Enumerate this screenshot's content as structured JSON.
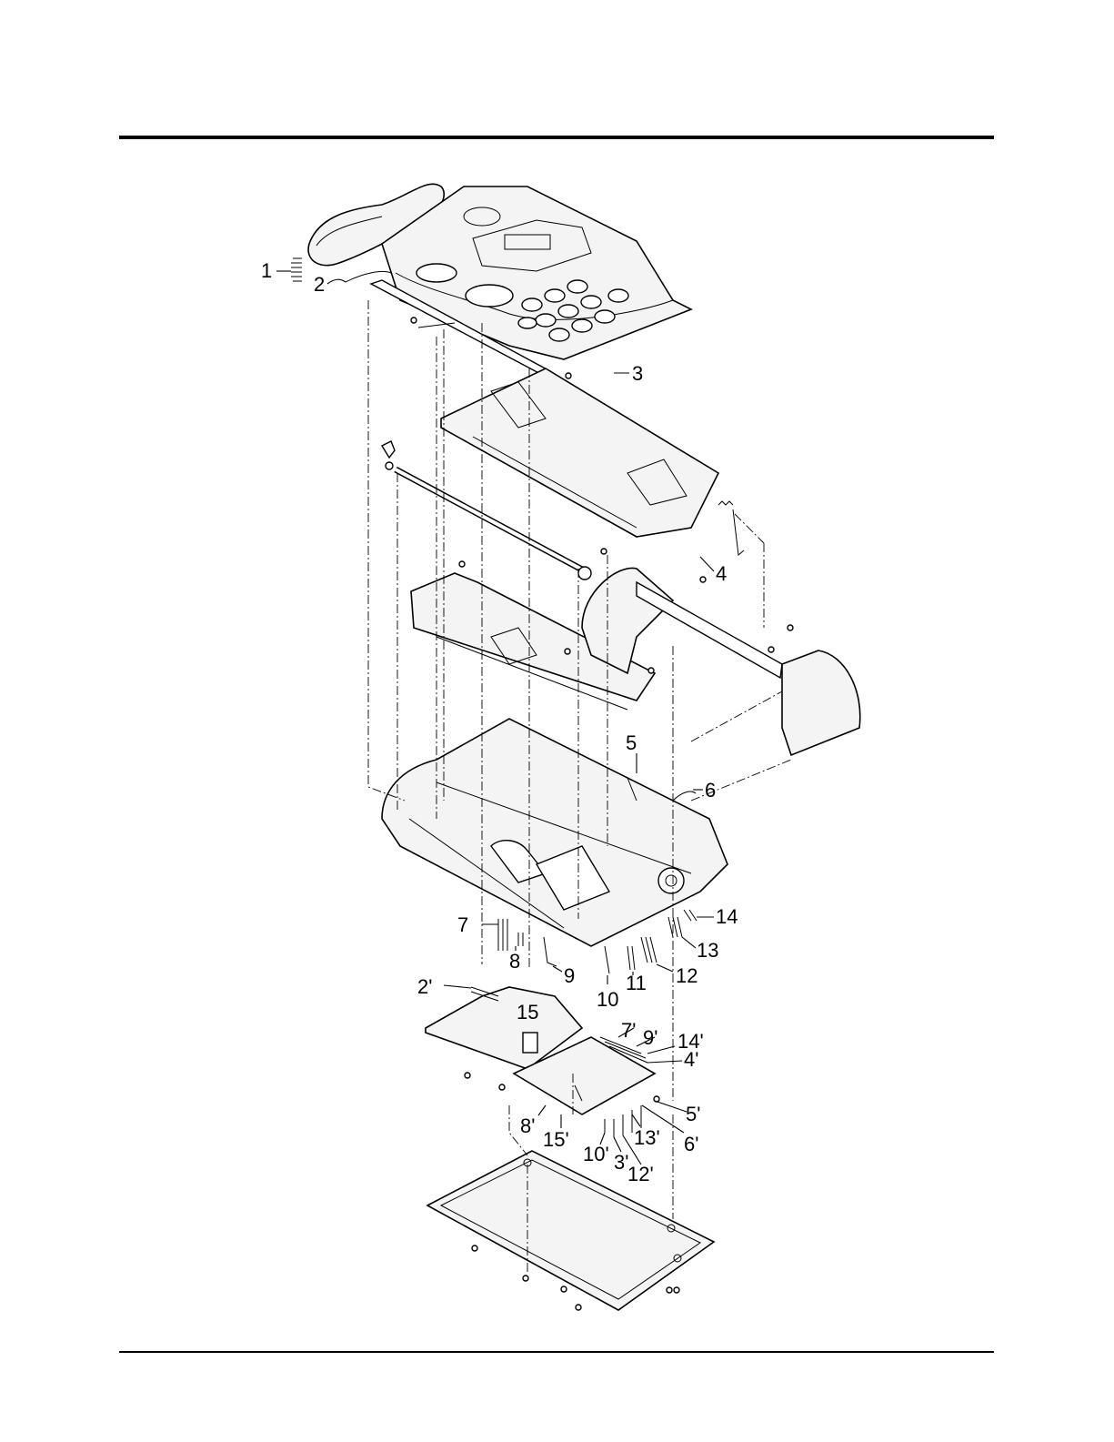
{
  "callouts": [
    {
      "id": "c1",
      "label": "1"
    },
    {
      "id": "c2",
      "label": "2"
    },
    {
      "id": "c3",
      "label": "3"
    },
    {
      "id": "c4",
      "label": "4"
    },
    {
      "id": "c5",
      "label": "5"
    },
    {
      "id": "c6",
      "label": "6"
    },
    {
      "id": "c7",
      "label": "7"
    },
    {
      "id": "c8",
      "label": "8"
    },
    {
      "id": "c9",
      "label": "9"
    },
    {
      "id": "c10",
      "label": "10"
    },
    {
      "id": "c11",
      "label": "11"
    },
    {
      "id": "c12",
      "label": "12"
    },
    {
      "id": "c13",
      "label": "13"
    },
    {
      "id": "c14",
      "label": "14"
    },
    {
      "id": "c2p",
      "label": "2'"
    },
    {
      "id": "c15",
      "label": "15"
    },
    {
      "id": "c7p",
      "label": "7'"
    },
    {
      "id": "c9p",
      "label": "9'"
    },
    {
      "id": "c14p",
      "label": "14'"
    },
    {
      "id": "c4p",
      "label": "4'"
    },
    {
      "id": "c5p",
      "label": "5'"
    },
    {
      "id": "c8p",
      "label": "8'"
    },
    {
      "id": "c15p",
      "label": "15'"
    },
    {
      "id": "c10p",
      "label": "10'"
    },
    {
      "id": "c3p",
      "label": "3'"
    },
    {
      "id": "c13p",
      "label": "13'"
    },
    {
      "id": "c12p",
      "label": "12'"
    },
    {
      "id": "c6p",
      "label": "6'"
    }
  ],
  "colors": {
    "line": "#000000",
    "paper": "#ffffff",
    "fill": "#f4f4f4"
  }
}
